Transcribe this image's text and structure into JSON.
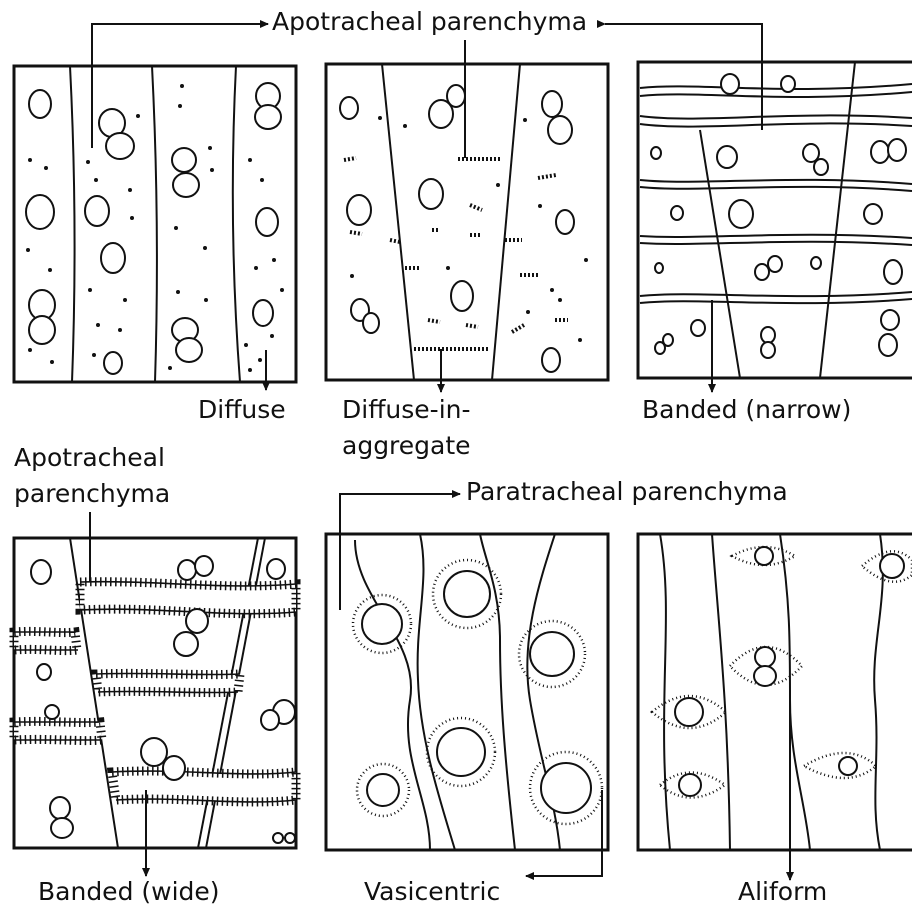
{
  "labels": {
    "top_header": "Apotracheal parenchyma",
    "diffuse": "Diffuse",
    "diffuse_in_aggregate_1": "Diffuse-in-",
    "diffuse_in_aggregate_2": "aggregate",
    "banded_narrow": "Banded (narrow)",
    "apotracheal_left_1": "Apotracheal",
    "apotracheal_left_2": "parenchyma",
    "paratracheal_header": "Paratracheal parenchyma",
    "banded_wide": "Banded (wide)",
    "vasicentric": "Vasicentric",
    "aliform": "Aliform"
  }
}
